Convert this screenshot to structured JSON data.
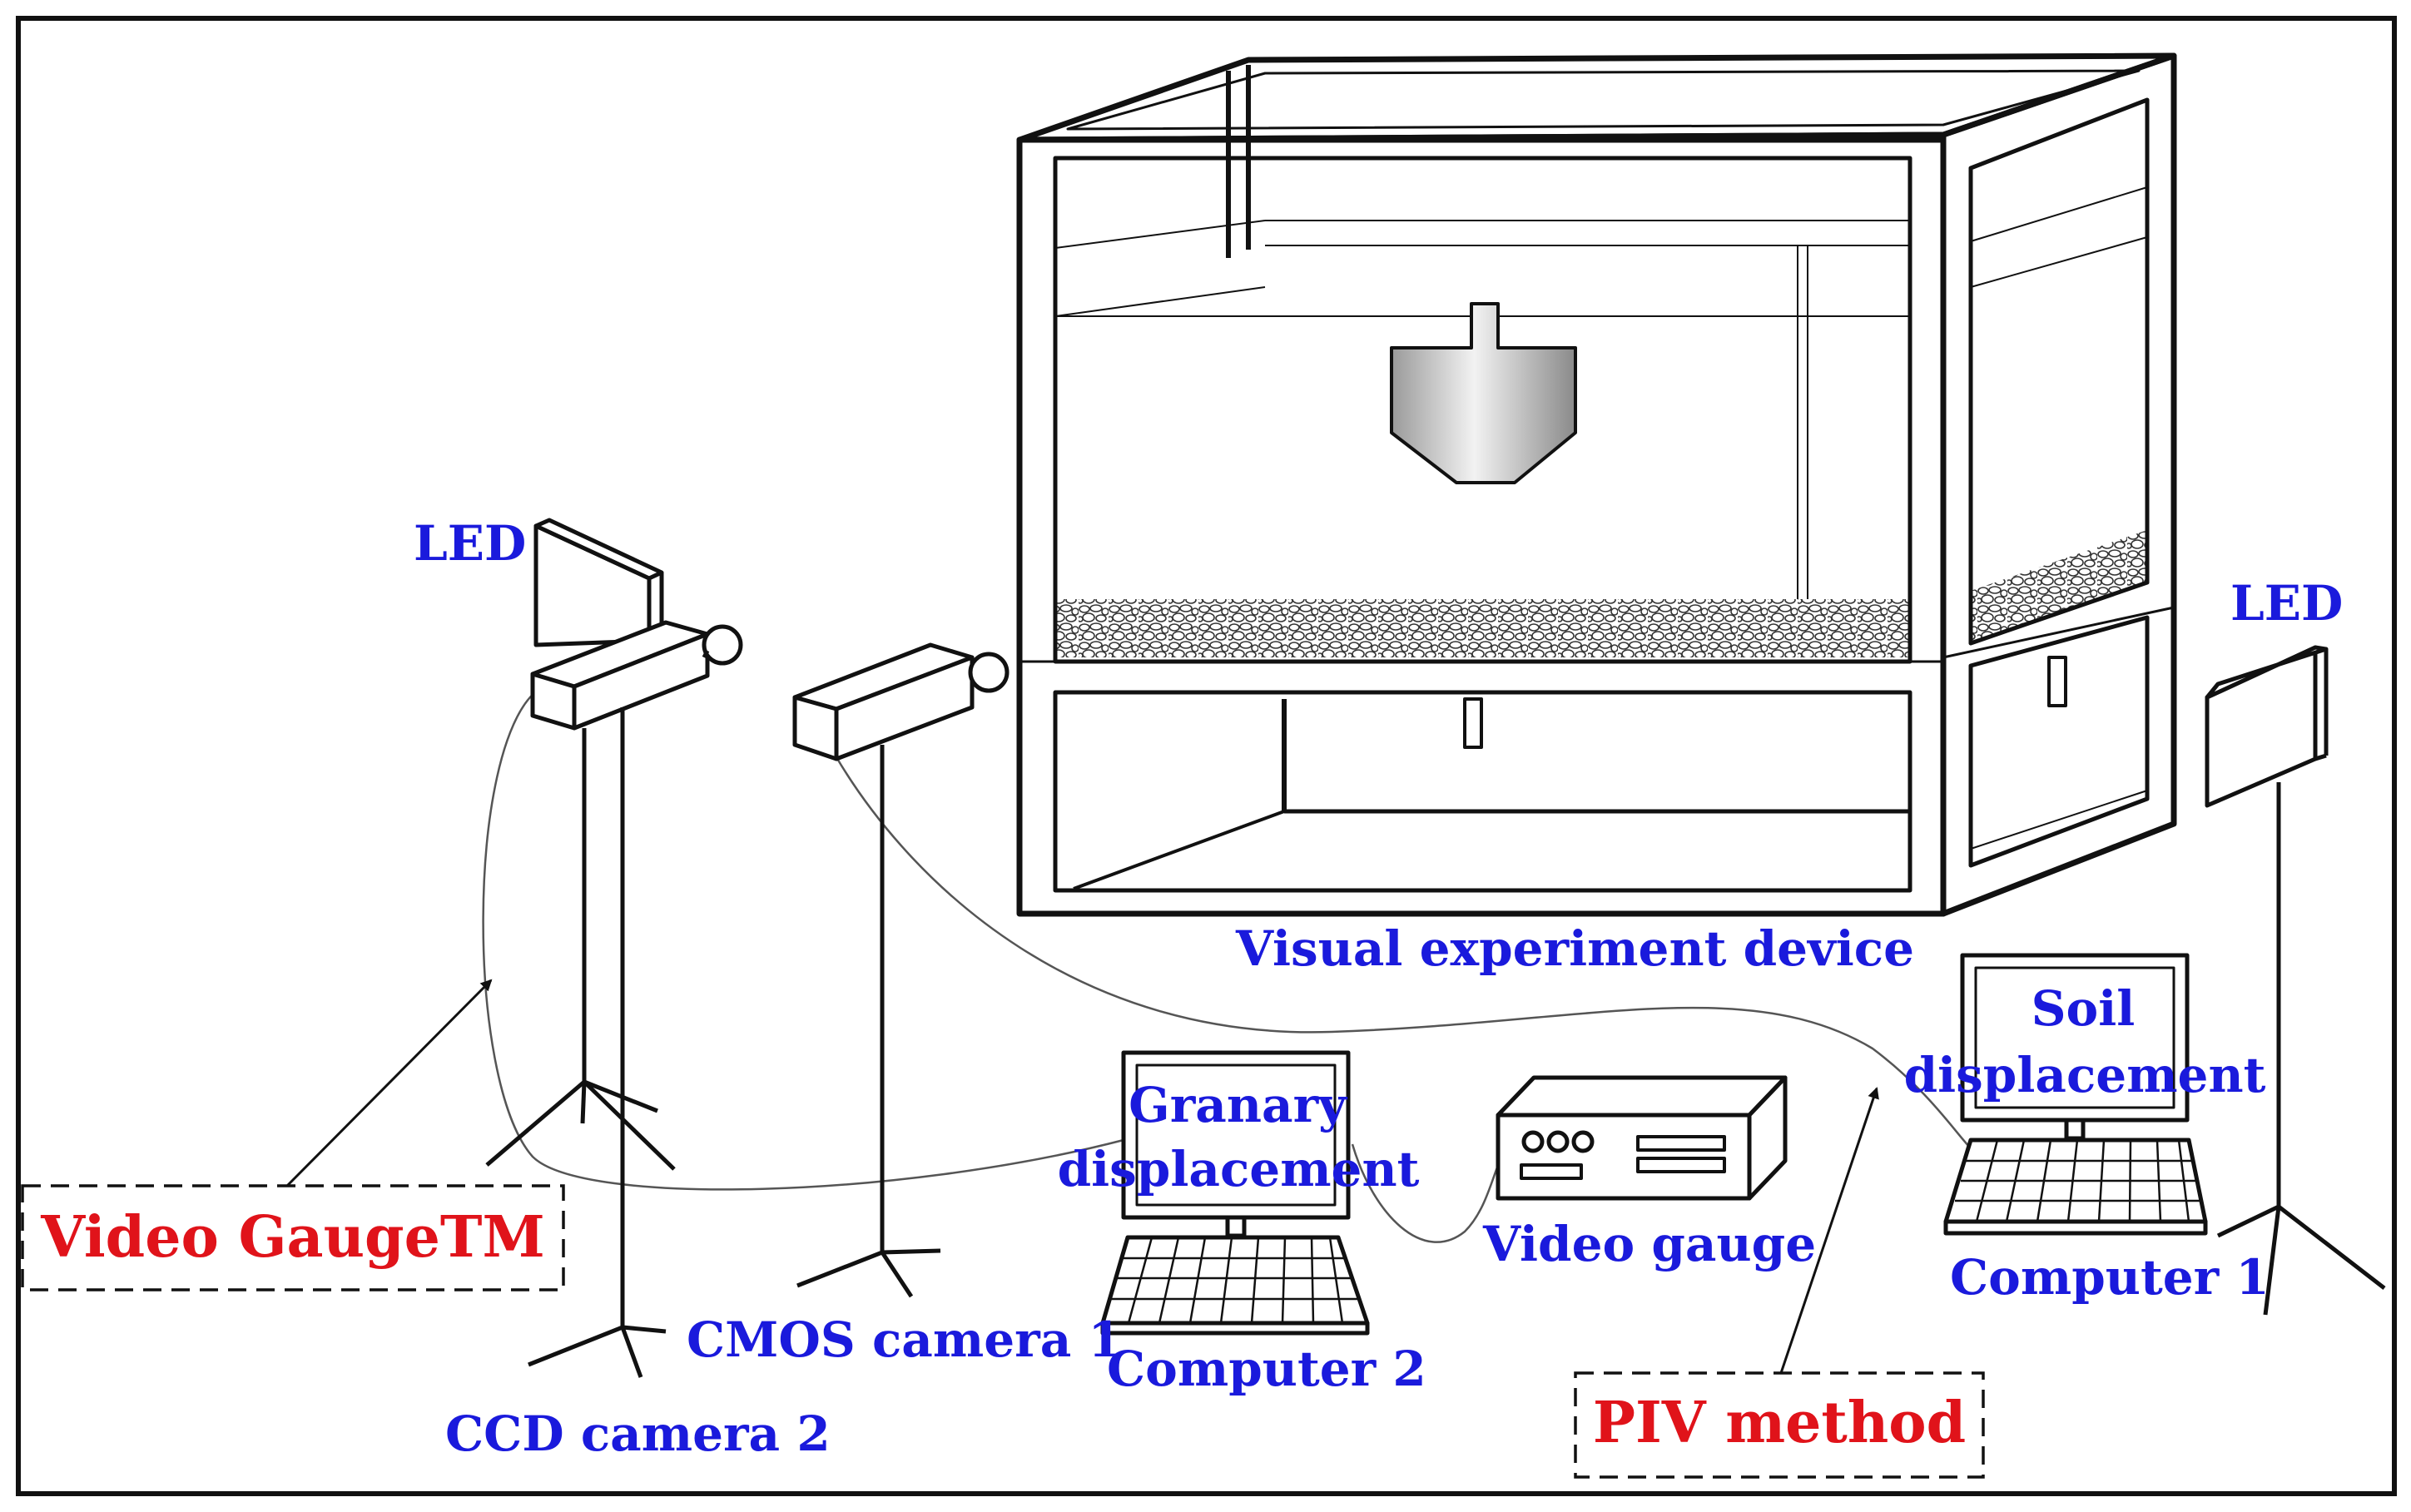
{
  "labels": {
    "led_left": "LED",
    "led_right": "LED",
    "visual_device": "Visual experiment device",
    "soil_line1": "Soil",
    "soil_line2": "displacement",
    "granary_line1": "Granary",
    "granary_line2": "displacement",
    "video_gauge_device": "Video gauge",
    "computer1": "Computer 1",
    "computer2": "Computer 2",
    "cmos": "CMOS camera 1",
    "ccd": "CCD camera 2"
  },
  "callouts": {
    "video_gauge_tm": "Video GaugeTM",
    "piv": "PIV method"
  },
  "colors": {
    "label_blue": "#1a1adc",
    "callout_red": "#e0131a",
    "line": "#222222"
  }
}
